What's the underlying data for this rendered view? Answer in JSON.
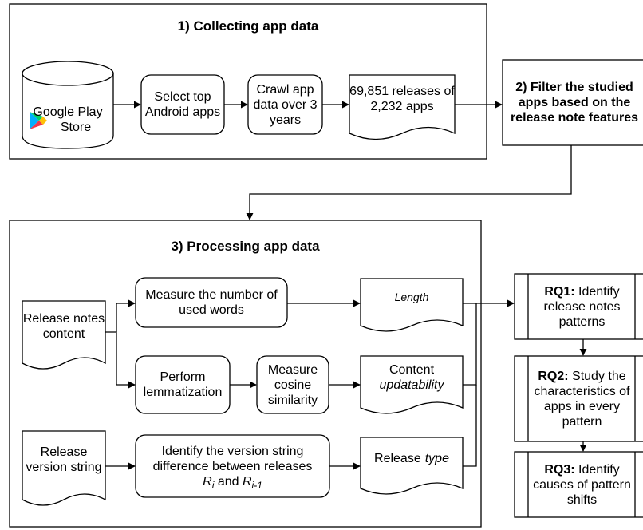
{
  "section1": {
    "title": "1) Collecting app data",
    "store": {
      "line1": "Google Play",
      "line2": "Store"
    },
    "select": "Select top Android apps",
    "crawl": "Crawl app data over 3 years",
    "releases": "69,851 releases of 2,232 apps"
  },
  "section2": {
    "title": "2) Filter the studied apps based on the release note features"
  },
  "section3": {
    "title": "3) Processing app data",
    "notes_content": "Release notes content",
    "measure_words": "Measure the number of used words",
    "length": "Length",
    "lemmatization": "Perform lemmatization",
    "cosine": "Measure cosine similarity",
    "content_prefix": "Content",
    "content_italic": "updatability",
    "version_string": "Release version string",
    "identify_version": "Identify the version string difference between releases",
    "ri": "R",
    "ri_sub": "i",
    "and": "and",
    "ri1": "R",
    "ri1_sub": "i-1",
    "release_prefix": "Release",
    "release_italic": "type"
  },
  "rq": [
    {
      "label": "RQ1:",
      "text": "Identify release notes patterns"
    },
    {
      "label": "RQ2:",
      "text": "Study the characteristics of apps in every pattern"
    },
    {
      "label": "RQ3:",
      "text": "Identify causes of pattern shifts"
    }
  ],
  "colors": {
    "stroke": "#000000",
    "play_blue": "#00b0ff",
    "play_green": "#00d26a",
    "play_yellow": "#ffc107",
    "play_red": "#f0374b"
  }
}
